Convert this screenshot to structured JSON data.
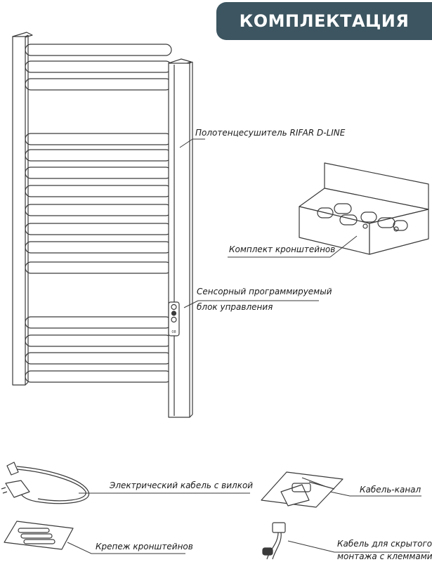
{
  "header": {
    "title": "КОМПЛЕКТАЦИЯ"
  },
  "labels": {
    "towel_rail": "Полотенцесушитель RIFAR D-LINE",
    "bracket_kit": "Комплект кронштейнов",
    "control_unit_line1": "Сенсорный программируемый",
    "control_unit_line2": "блок управления",
    "power_cable": "Электрический кабель с вилкой",
    "cable_channel": "Кабель-канал",
    "bracket_fasteners": "Крепеж кронштейнов",
    "hidden_cable_line1": "Кабель для скрытого",
    "hidden_cable_line2": "монтажа с клеммами"
  },
  "control_panel": {
    "display_text": "08"
  },
  "colors": {
    "banner": "#3c5560",
    "line": "#3a3a3a"
  }
}
